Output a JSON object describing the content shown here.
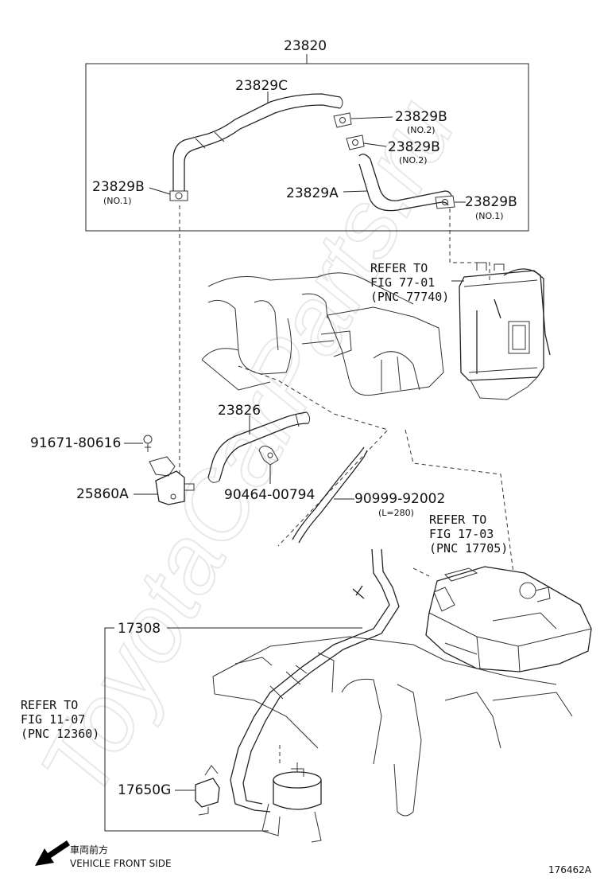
{
  "watermark": "ToyotaCarParts.ru",
  "labels": {
    "p23820": "23820",
    "p23829C": "23829C",
    "p23829B_top1": "23829B",
    "p23829B_top1_sub": "(NO.2)",
    "p23829B_top2": "23829B",
    "p23829B_top2_sub": "(NO.2)",
    "p23829B_left": "23829B",
    "p23829B_left_sub": "(NO.1)",
    "p23829A": "23829A",
    "p23829B_right": "23829B",
    "p23829B_right_sub": "(NO.1)",
    "p23826": "23826",
    "p91671": "91671-80616",
    "p25860A": "25860A",
    "p90464": "90464-00794",
    "p90999": "90999-92002",
    "p90999_sub": "(L=280)",
    "p17308": "17308",
    "p17650G": "17650G"
  },
  "refs": {
    "r77": [
      "REFER TO",
      "FIG 77-01",
      "(PNC 77740)"
    ],
    "r17": [
      "REFER TO",
      "FIG 17-03",
      "(PNC 17705)"
    ],
    "r11": [
      "REFER TO",
      "FIG 11-07",
      "(PNC 12360)"
    ]
  },
  "footer": {
    "direction_jp": "車両前方",
    "direction_en": "VEHICLE FRONT SIDE",
    "figure_id": "176462A"
  },
  "icons": {
    "direction": "arrow-icon"
  }
}
